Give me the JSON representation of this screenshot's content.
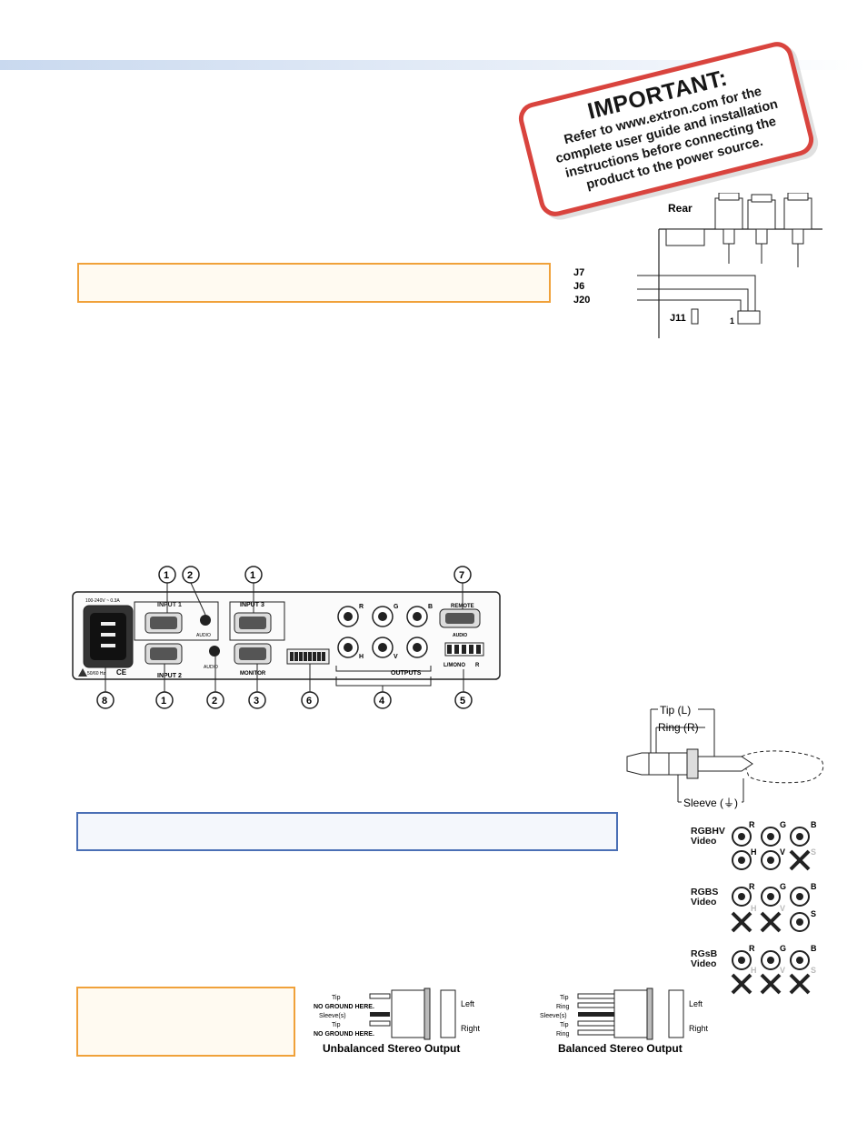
{
  "stamp": {
    "title": "IMPORTANT:",
    "line1": "Refer to www.extron.com for the",
    "line2": "complete user guide and installation",
    "line3": "instructions before connecting the",
    "line4": "product to the power source."
  },
  "jumper": {
    "rear": "Rear",
    "j7": "J7",
    "j6": "J6",
    "j20": "J20",
    "j11": "J11",
    "pin1": "1"
  },
  "panel": {
    "input1": "INPUT 1",
    "input2": "INPUT 2",
    "input3": "INPUT 3",
    "monitor": "MONITOR",
    "audio": "AUDIO",
    "remote": "REMOTE",
    "outputs": "OUTPUTS",
    "lmono": "L/MONO",
    "r": "R",
    "power_rating": "100-240V ~ 0.3A",
    "hz": "50/60 Hz",
    "ce": "CE",
    "bnc_r": "R",
    "bnc_g": "G",
    "bnc_b": "B",
    "bnc_h": "H",
    "bnc_v": "V",
    "callouts": [
      "1",
      "2",
      "1",
      "7",
      "8",
      "1",
      "2",
      "3",
      "6",
      "4",
      "5"
    ]
  },
  "plug": {
    "tip": "Tip (L)",
    "ring": "Ring (R)",
    "sleeve": "Sleeve (⏚)"
  },
  "video_formats": [
    {
      "name": "RGBHV",
      "sub": "Video",
      "ports": [
        "R",
        "G",
        "B",
        "H",
        "V",
        "S"
      ]
    },
    {
      "name": "RGBS",
      "sub": "Video",
      "ports": [
        "R",
        "G",
        "B",
        "H",
        "V",
        "S"
      ]
    },
    {
      "name": "RGsB",
      "sub": "Video",
      "ports": [
        "R",
        "G",
        "B",
        "H",
        "V",
        "S"
      ]
    }
  ],
  "unbalanced": {
    "caption": "Unbalanced Stereo Output",
    "wires": [
      "Tip",
      "NO GROUND HERE.",
      "Sleeve(s)",
      "Tip",
      "NO GROUND HERE."
    ],
    "left": "Left",
    "right": "Right"
  },
  "balanced": {
    "caption": "Balanced Stereo Output",
    "wires": [
      "Tip",
      "Ring",
      "Sleeve(s)",
      "Tip",
      "Ring"
    ],
    "left": "Left",
    "right": "Right"
  },
  "colors": {
    "stamp_red": "#d9443e",
    "callout_orange": "#f0a13a",
    "callout_blue": "#4a6fb5",
    "header_band": "#c9d9ef"
  }
}
